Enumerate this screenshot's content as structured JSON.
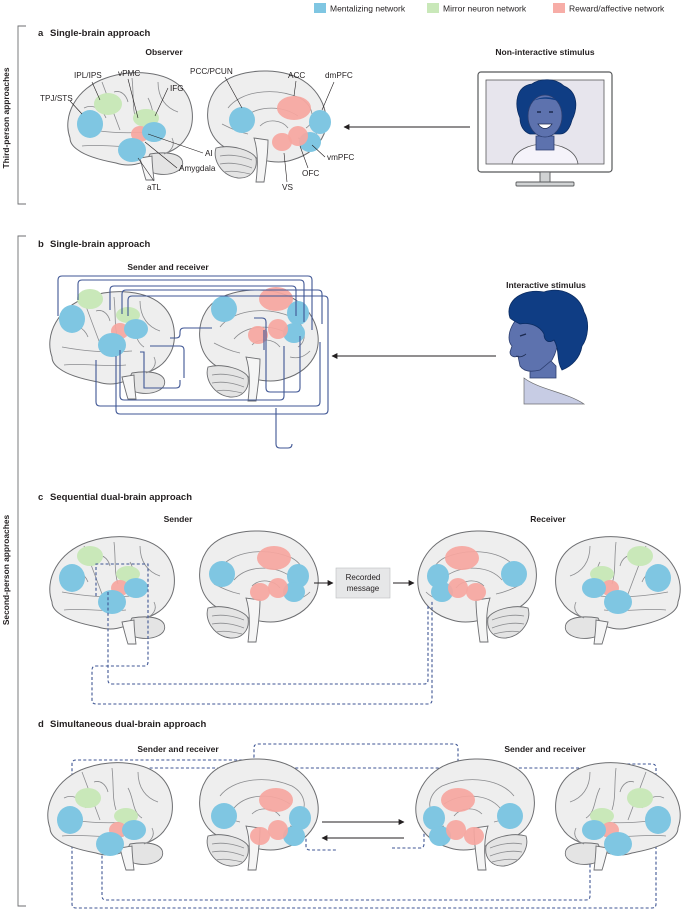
{
  "legend": {
    "mentalizing": "Mentalizing network",
    "mirror": "Mirror neuron network",
    "reward": "Reward/affective network"
  },
  "colors": {
    "mentalizing": "#7fc6e2",
    "mirror": "#c9e8b9",
    "reward": "#f6a6a0",
    "line": "#3f5694"
  },
  "side_labels": {
    "third": "Third-person approaches",
    "second": "Second-person approaches"
  },
  "panel_a": {
    "letter": "a",
    "title": "Single-brain approach",
    "observer": "Observer",
    "stimulus": "Non-interactive stimulus",
    "regions": {
      "iplips": "IPL/IPS",
      "vpmc": "vPMC",
      "ifg": "IFG",
      "tpjsts": "TPJ/STS",
      "ai": "AI",
      "amygdala": "Amygdala",
      "atl": "aTL",
      "pcc": "PCC/PCUN",
      "acc": "ACC",
      "dmpfc": "dmPFC",
      "vmpfc": "vmPFC",
      "ofc": "OFC",
      "vs": "VS"
    }
  },
  "panel_b": {
    "letter": "b",
    "title": "Single-brain approach",
    "sender_receiver": "Sender and receiver",
    "stimulus": "Interactive stimulus"
  },
  "panel_c": {
    "letter": "c",
    "title": "Sequential dual-brain approach",
    "sender": "Sender",
    "receiver": "Receiver",
    "message_line1": "Recorded",
    "message_line2": "message"
  },
  "panel_d": {
    "letter": "d",
    "title": "Simultaneous dual-brain approach",
    "left": "Sender and receiver",
    "right": "Sender and receiver"
  }
}
